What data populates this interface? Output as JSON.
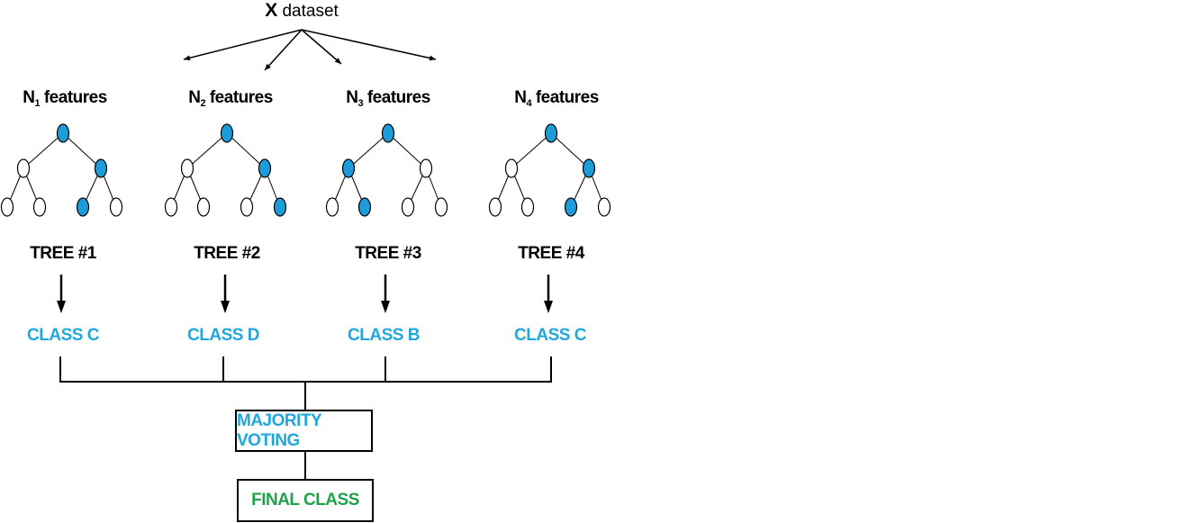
{
  "title": {
    "x": "X",
    "rest": "dataset"
  },
  "features": [
    {
      "prefix": "N",
      "sub": "1",
      "suffix": "features"
    },
    {
      "prefix": "N",
      "sub": "2",
      "suffix": "features"
    },
    {
      "prefix": "N",
      "sub": "3",
      "suffix": "features"
    },
    {
      "prefix": "N",
      "sub": "4",
      "suffix": "features"
    }
  ],
  "trees": [
    {
      "name": "TREE #1",
      "class": "CLASS C",
      "path_nodes": [
        "root",
        "right",
        "right.left"
      ]
    },
    {
      "name": "TREE #2",
      "class": "CLASS D",
      "path_nodes": [
        "root",
        "right",
        "right.right"
      ]
    },
    {
      "name": "TREE #3",
      "class": "CLASS B",
      "path_nodes": [
        "root",
        "left",
        "left.right"
      ]
    },
    {
      "name": "TREE #4",
      "class": "CLASS C",
      "path_nodes": [
        "root",
        "right",
        "right.left"
      ]
    }
  ],
  "majority": "MAJORITY VOTING",
  "final": "FINAL CLASS",
  "colors": {
    "node_fill": "#1c9cd8",
    "class_text": "#22a7db",
    "final_text": "#1fa14a"
  }
}
